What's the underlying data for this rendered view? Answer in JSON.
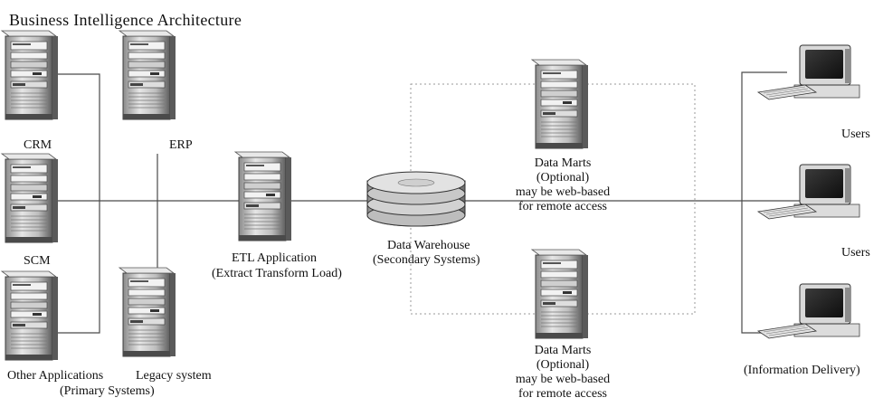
{
  "title": "Business Intelligence Architecture",
  "sources": {
    "crm": "CRM",
    "erp": "ERP",
    "scm": "SCM",
    "other": "Other Applications",
    "legacy": "Legacy system",
    "group": "(Primary Systems)"
  },
  "etl": {
    "name": "ETL Application",
    "desc": "(Extract Transform Load)"
  },
  "warehouse": {
    "name": "Data Warehouse",
    "desc": "(Secondary Systems)"
  },
  "marts": [
    {
      "lines": [
        "Data Marts",
        "(Optional)",
        "may be web-based",
        "for remote access"
      ]
    },
    {
      "lines": [
        "Data Marts",
        "(Optional)",
        "may be web-based",
        "for remote access"
      ]
    }
  ],
  "users": {
    "user1": "Users",
    "user2": "Users",
    "delivery": "(Information Delivery)"
  },
  "colors": {
    "line": "#4a4a4a",
    "server_light": "#d4d4d4",
    "server_dark": "#6f6f6f",
    "disk": "#cfcfcf",
    "dotted": "#9a9a9a"
  }
}
